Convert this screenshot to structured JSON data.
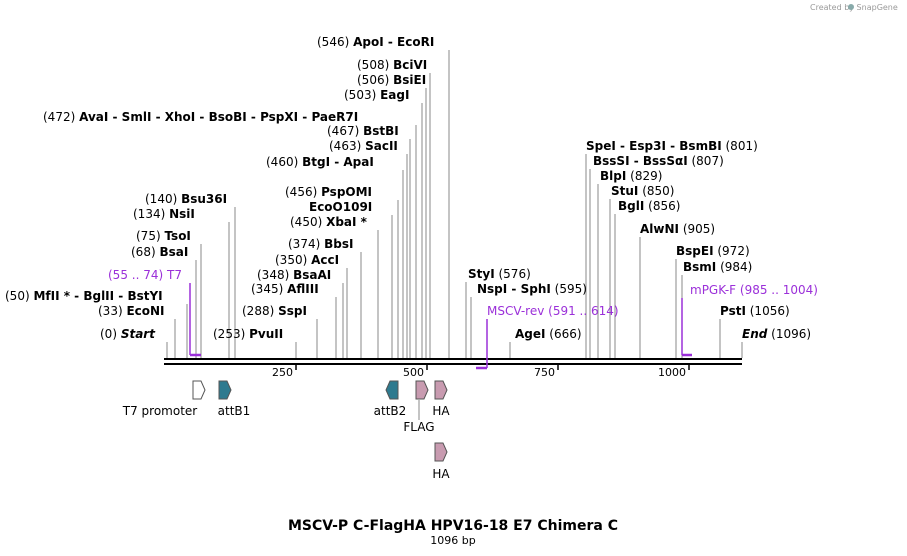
{
  "title": "MSCV-P C-FlagHA HPV16-18 E7 Chimera C",
  "subtitle": "1096 bp",
  "credit": "Created by SnapGene",
  "colors": {
    "primer": "#9b30d9",
    "attb": "#2e7a8f",
    "tag": "#c89bb0",
    "line": "#000000"
  },
  "scale": {
    "total_bp": 1096,
    "ticks": [
      "250",
      "500",
      "750",
      "1000"
    ]
  },
  "rows": [
    {
      "pos": "(546)",
      "names": [
        [
          "ApoI",
          ""
        ],
        [
          "EcoRI",
          " - "
        ]
      ]
    },
    {
      "pos": "(508)",
      "names": [
        [
          "BciVI",
          ""
        ]
      ]
    },
    {
      "pos": "(506)",
      "names": [
        [
          "BsiEI",
          ""
        ]
      ]
    },
    {
      "pos": "(503)",
      "names": [
        [
          "EagI",
          ""
        ]
      ]
    },
    {
      "pos": "(472)",
      "names": [
        [
          "AvaI",
          ""
        ],
        [
          "SmlI",
          " - "
        ],
        [
          "XhoI",
          " - "
        ],
        [
          "BsoBI",
          " - "
        ],
        [
          "PspXI",
          " - "
        ],
        [
          "PaeR7I",
          " - "
        ]
      ]
    },
    {
      "pos": "(467)",
      "names": [
        [
          "BstBI",
          ""
        ]
      ]
    },
    {
      "pos": "(463)",
      "names": [
        [
          "SacII",
          ""
        ]
      ]
    },
    {
      "pos": "(460)",
      "names": [
        [
          "BtgI",
          ""
        ],
        [
          "ApaI",
          " - "
        ]
      ]
    },
    {
      "pos": "(456)",
      "names": [
        [
          "PspOMI",
          ""
        ]
      ]
    },
    {
      "pos": "",
      "names": [
        [
          "EcoO109I",
          ""
        ]
      ]
    },
    {
      "pos": "(450)",
      "names": [
        [
          "XbaI *",
          ""
        ]
      ]
    },
    {
      "pos": "(374)",
      "names": [
        [
          "BbsI",
          ""
        ]
      ]
    },
    {
      "pos": "(350)",
      "names": [
        [
          "AccI",
          ""
        ]
      ]
    },
    {
      "pos": "(348)",
      "names": [
        [
          "BsaAI",
          ""
        ]
      ]
    },
    {
      "pos": "(345)",
      "names": [
        [
          "AflIII",
          ""
        ]
      ]
    },
    {
      "pos": "(288)",
      "names": [
        [
          "SspI",
          ""
        ]
      ]
    },
    {
      "pos": "(253)",
      "names": [
        [
          "PvuII",
          ""
        ]
      ]
    },
    {
      "pos": "(140)",
      "names": [
        [
          "Bsu36I",
          ""
        ]
      ]
    },
    {
      "pos": "(134)",
      "names": [
        [
          "NsiI",
          ""
        ]
      ]
    },
    {
      "pos": "(75)",
      "names": [
        [
          "TsoI",
          ""
        ]
      ]
    },
    {
      "pos": "(68)",
      "names": [
        [
          "BsaI",
          ""
        ]
      ]
    },
    {
      "pos": "(50)",
      "names": [
        [
          "MfII *",
          ""
        ],
        [
          "BglII",
          " - "
        ],
        [
          "BstYI",
          " - "
        ]
      ]
    },
    {
      "pos": "(33)",
      "names": [
        [
          "EcoNI",
          ""
        ]
      ]
    },
    {
      "pos": "(0)",
      "names": [
        [
          "Start",
          ""
        ]
      ]
    },
    {
      "pos": "(576)",
      "names": [
        [
          "StyI",
          ""
        ]
      ]
    },
    {
      "pos": "(595)",
      "names": [
        [
          "NspI",
          ""
        ],
        [
          "SphI",
          " - "
        ]
      ]
    },
    {
      "pos": "(666)",
      "names": [
        [
          "AgeI",
          ""
        ]
      ]
    },
    {
      "pos": "(801)",
      "names": [
        [
          "SpeI",
          ""
        ],
        [
          "Esp3I",
          " - "
        ],
        [
          "BsmBI",
          " - "
        ]
      ]
    },
    {
      "pos": "(807)",
      "names": [
        [
          "BssSI",
          ""
        ],
        [
          "BssSαI",
          " - "
        ]
      ]
    },
    {
      "pos": "(829)",
      "names": [
        [
          "BlpI",
          ""
        ]
      ]
    },
    {
      "pos": "(850)",
      "names": [
        [
          "StuI",
          ""
        ]
      ]
    },
    {
      "pos": "(856)",
      "names": [
        [
          "BglI",
          ""
        ]
      ]
    },
    {
      "pos": "(905)",
      "names": [
        [
          "AlwNI",
          ""
        ]
      ]
    },
    {
      "pos": "(972)",
      "names": [
        [
          "BspEI",
          ""
        ]
      ]
    },
    {
      "pos": "(984)",
      "names": [
        [
          "BsmI",
          ""
        ]
      ]
    },
    {
      "pos": "(1056)",
      "names": [
        [
          "PstI",
          ""
        ]
      ]
    },
    {
      "pos": "(1096)",
      "names": [
        [
          "End",
          ""
        ]
      ]
    }
  ],
  "primers": [
    {
      "name": "T7",
      "range": "(55 .. 74)"
    },
    {
      "name": "MSCV-rev",
      "range": "(591 .. 614)"
    },
    {
      "name": "mPGK-F",
      "range": "(985 .. 1004)"
    }
  ],
  "features": [
    {
      "name": "T7 promoter",
      "color": "white"
    },
    {
      "name": "attB1",
      "color": "attb"
    },
    {
      "name": "attB2",
      "color": "attb"
    },
    {
      "name": "FLAG",
      "color": "tag"
    },
    {
      "name": "HA",
      "color": "tag"
    },
    {
      "name": "HA",
      "color": "tag"
    }
  ]
}
